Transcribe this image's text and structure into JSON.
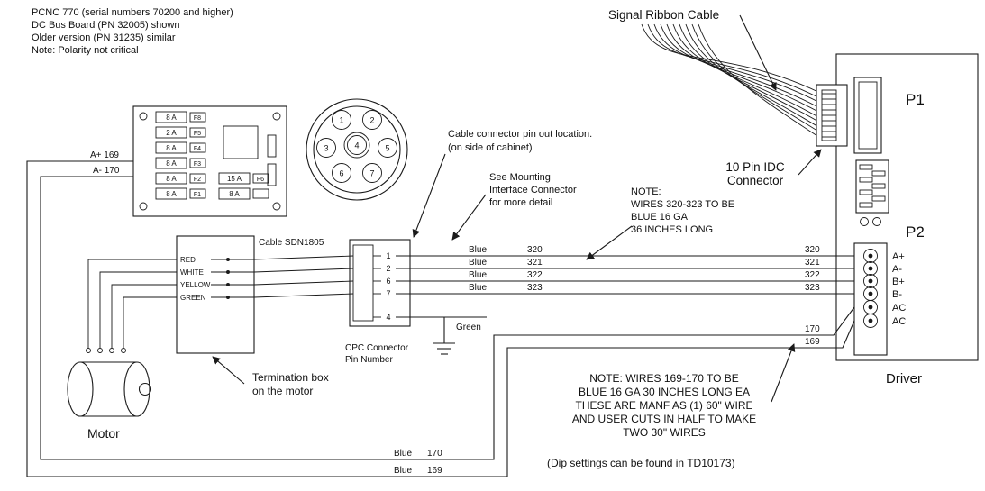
{
  "header": {
    "lines": [
      "PCNC 770 (serial numbers 70200 and higher)",
      "DC Bus Board (PN 32005) shown",
      "Older version (PN 31235) similar",
      "Note: Polarity not critical"
    ]
  },
  "board": {
    "a_plus": "A+ 169",
    "a_minus": "A- 170",
    "fuses": [
      {
        "rating": "8 A",
        "name": "F8"
      },
      {
        "rating": "2 A",
        "name": "F5"
      },
      {
        "rating": "8 A",
        "name": "F4"
      },
      {
        "rating": "8 A",
        "name": "F3"
      },
      {
        "rating": "8 A",
        "name": "F2"
      },
      {
        "rating": "8 A",
        "name": "F1"
      }
    ],
    "fuses_right": [
      {
        "rating": "15 A",
        "name": "F6"
      },
      {
        "rating": "8 A",
        "name": ""
      }
    ]
  },
  "circular_connector": {
    "pins": [
      "1",
      "2",
      "3",
      "4",
      "5",
      "6",
      "7"
    ]
  },
  "annotations": {
    "cable_connector": [
      "Cable connector pin out location.",
      "(on side of cabinet)"
    ],
    "mounting": [
      "See Mounting",
      "Interface Connector",
      "for more detail"
    ],
    "signal_ribbon": "Signal Ribbon Cable",
    "idc": [
      "10 Pin IDC",
      "Connector"
    ],
    "note1": [
      "NOTE:",
      "WIRES 320-323 TO BE",
      "BLUE 16 GA",
      "36 INCHES LONG"
    ],
    "note2": [
      "NOTE: WIRES 169-170 TO BE",
      "BLUE 16 GA 30 INCHES LONG EA",
      "THESE ARE MANF AS (1) 60\" WIRE",
      "AND USER CUTS IN HALF TO MAKE",
      "TWO 30\" WIRES"
    ],
    "dip_note": "(Dip settings can be found in TD10173)",
    "termination": [
      "Termination box",
      "on the motor"
    ],
    "cable_label": "Cable SDN1805",
    "cpc_label": [
      "CPC Connector",
      "Pin Number"
    ]
  },
  "termination_box": {
    "wires": [
      "RED",
      "WHITE",
      "YELLOW",
      "GREEN"
    ]
  },
  "cpc": {
    "pins": [
      "1",
      "2",
      "6",
      "7",
      "4"
    ]
  },
  "wires": {
    "rows": [
      {
        "color": "Blue",
        "num": "320",
        "right": "320"
      },
      {
        "color": "Blue",
        "num": "321",
        "right": "321"
      },
      {
        "color": "Blue",
        "num": "322",
        "right": "322"
      },
      {
        "color": "Blue",
        "num": "323",
        "right": "323"
      }
    ],
    "green": "Green",
    "right_170": "170",
    "right_169": "169",
    "bottom": [
      {
        "color": "Blue",
        "num": "170"
      },
      {
        "color": "Blue",
        "num": "169"
      }
    ]
  },
  "driver": {
    "title": "Driver",
    "p1": "P1",
    "p2": "P2",
    "p2_pins": [
      "A+",
      "A-",
      "B+",
      "B-",
      "AC",
      "AC"
    ]
  },
  "motor": {
    "label": "Motor"
  }
}
